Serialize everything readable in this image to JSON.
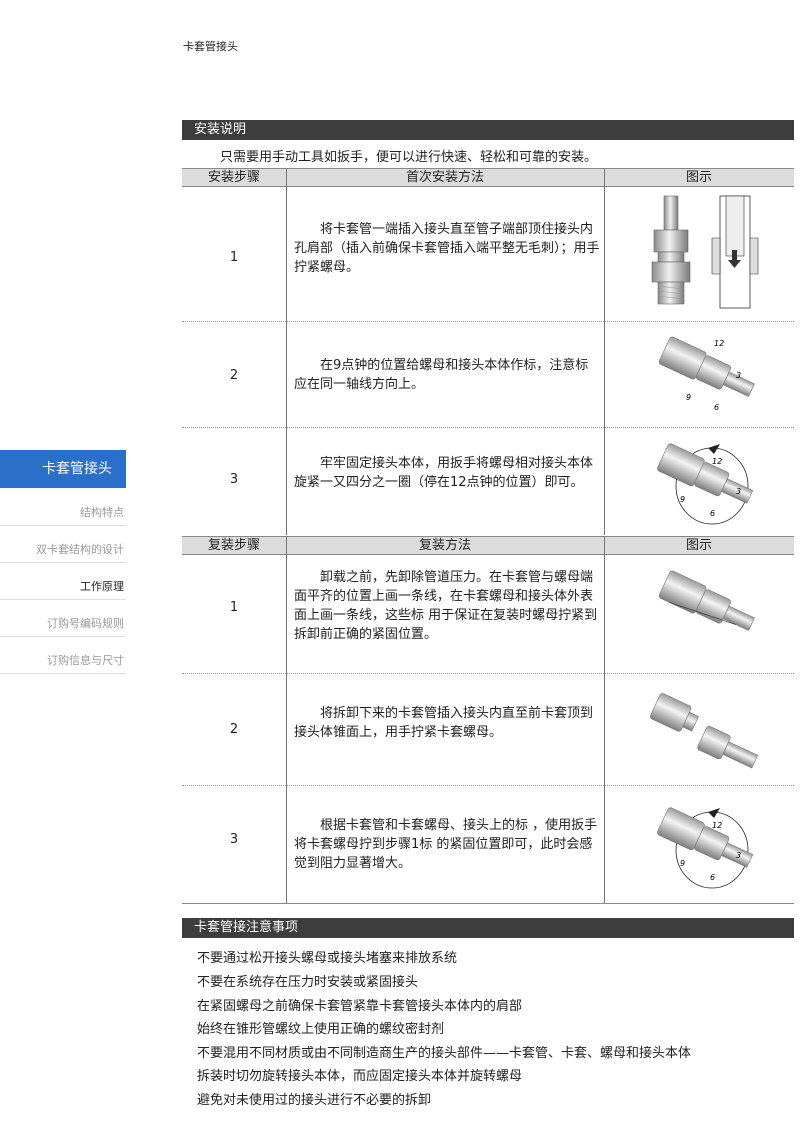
{
  "header": {
    "title": "卡套管接头"
  },
  "install": {
    "section_title": "安装说明",
    "intro": "只需要用手动工具如扳手，便可以进行快速、轻松和可靠的安装。",
    "headers": [
      "安装步骤",
      "首次安装方法",
      "图示"
    ],
    "steps": [
      {
        "num": "1",
        "text": "将卡套管一端插入接头直至管子端部顶住接头内孔肩部（插入前确保卡套管插入端平整无毛刺）；用手拧紧螺母。"
      },
      {
        "num": "2",
        "text": "在9点钟的位置给螺母和接头本体作标，注意标    应在同一轴线方向上。"
      },
      {
        "num": "3",
        "text": "牢牢固定接头本体，用扳手将螺母相对接头本体旋紧一又四分之一圈（停在12点钟的位置）即可。"
      }
    ]
  },
  "reinstall": {
    "headers": [
      "复装步骤",
      "复装方法",
      "图示"
    ],
    "steps": [
      {
        "num": "1",
        "text": "卸载之前，先卸除管道压力。在卡套管与螺母端面平齐的位置上画一条线，在卡套螺母和接头体外表面上画一条线，这些标    用于保证在复装时螺母拧紧到拆卸前正确的紧固位置。"
      },
      {
        "num": "2",
        "text": "将拆卸下来的卡套管插入接头内直至前卡套顶到接头体锥面上，用手拧紧卡套螺母。"
      },
      {
        "num": "3",
        "text": "根据卡套管和卡套螺母、接头上的标    ，使用扳手将卡套螺母拧到步骤1标    的紧固位置即可，此时会感觉到阻力显著增大。"
      }
    ]
  },
  "clock_labels": {
    "twelve": "12",
    "three": "3",
    "six": "6",
    "nine": "9"
  },
  "notes": {
    "section_title": "卡套管接注意事项",
    "items": [
      "不要通过松开接头螺母或接头堵塞来排放系统",
      "不要在系统存在压力时安装或紧固接头",
      "在紧固螺母之前确保卡套管紧靠卡套管接头本体内的肩部",
      "始终在锥形管螺纹上使用正确的螺纹密封剂",
      "不要混用不同材质或由不同制造商生产的接头部件——卡套管、卡套、螺母和接头本体",
      "拆装时切勿旋转接头本体，而应固定接头本体并旋转螺母",
      "避免对未使用过的接头进行不必要的拆卸"
    ]
  },
  "sidebar": {
    "active": "卡套管接头",
    "items": [
      "结构特点",
      "双卡套结构的设计",
      "工作原理",
      "订购号编码规则",
      "订购信息与尺寸"
    ],
    "current_index": 2
  },
  "colors": {
    "accent": "#2a6fc9",
    "bar": "#3d3d3d",
    "table_head": "#dcdcdc"
  }
}
